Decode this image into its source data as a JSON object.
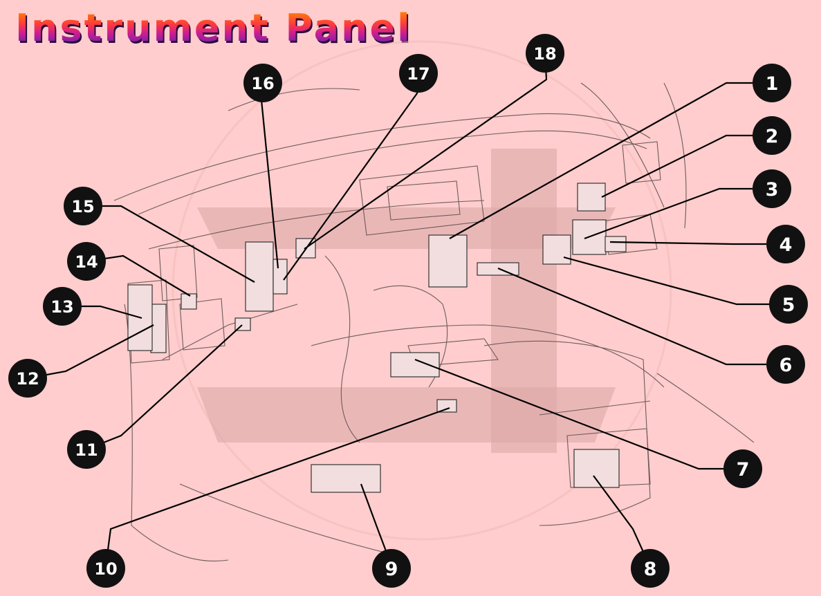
{
  "title": "Instrument Panel",
  "callouts": [
    "1",
    "2",
    "3",
    "4",
    "5",
    "6",
    "7",
    "8",
    "9",
    "10",
    "11",
    "12",
    "13",
    "14",
    "15",
    "16",
    "17",
    "18"
  ],
  "colors": {
    "background": "#ffcdcd",
    "badge": "#111111",
    "badge_text": "#ffffff",
    "leader": "#000000",
    "title_gradient_top": "#ff8a00",
    "title_gradient_bottom": "#5b1fb0"
  }
}
